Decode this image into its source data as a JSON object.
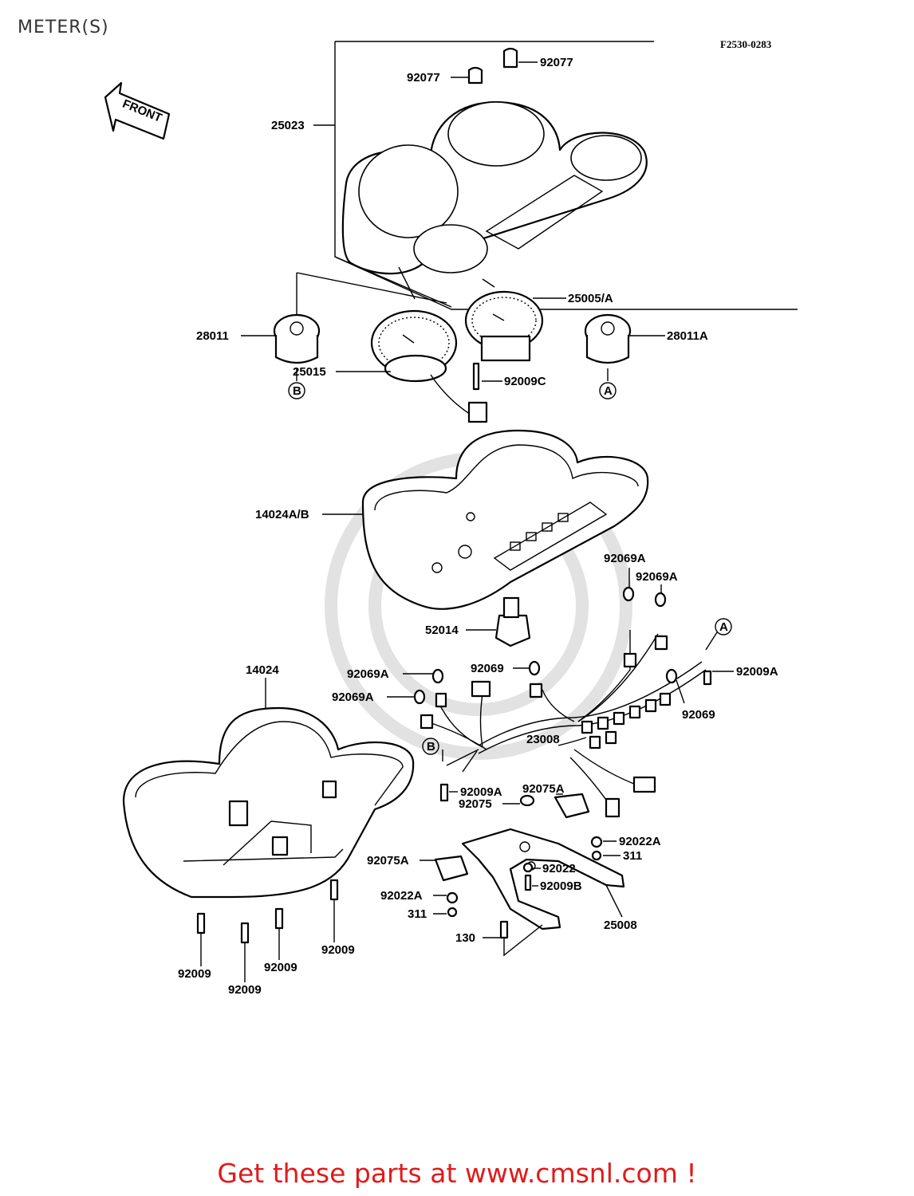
{
  "title": "METER(S)",
  "figure_code": "F2530-0283",
  "front_label": "FRONT",
  "footer": "Get these parts at www.cmsnl.com !",
  "callouts": [
    {
      "id": "92077_a",
      "text": "92077"
    },
    {
      "id": "92077_b",
      "text": "92077"
    },
    {
      "id": "25023",
      "text": "25023"
    },
    {
      "id": "25005A",
      "text": "25005/A"
    },
    {
      "id": "28011",
      "text": "28011"
    },
    {
      "id": "28011A",
      "text": "28011A"
    },
    {
      "id": "25015",
      "text": "25015"
    },
    {
      "id": "92009C",
      "text": "92009C"
    },
    {
      "id": "14024AB",
      "text": "14024A/B"
    },
    {
      "id": "92069A_a",
      "text": "92069A"
    },
    {
      "id": "92069A_b",
      "text": "92069A"
    },
    {
      "id": "52014",
      "text": "52014"
    },
    {
      "id": "14024",
      "text": "14024"
    },
    {
      "id": "92069A_c",
      "text": "92069A"
    },
    {
      "id": "92069_a",
      "text": "92069"
    },
    {
      "id": "92009A_a",
      "text": "92009A"
    },
    {
      "id": "92069A_d",
      "text": "92069A"
    },
    {
      "id": "92069_b",
      "text": "92069"
    },
    {
      "id": "23008",
      "text": "23008"
    },
    {
      "id": "92009A_b",
      "text": "92009A"
    },
    {
      "id": "92075A_a",
      "text": "92075A"
    },
    {
      "id": "92075",
      "text": "92075"
    },
    {
      "id": "92022A_a",
      "text": "92022A"
    },
    {
      "id": "311_a",
      "text": "311"
    },
    {
      "id": "92075A_b",
      "text": "92075A"
    },
    {
      "id": "92022",
      "text": "92022"
    },
    {
      "id": "92009B",
      "text": "92009B"
    },
    {
      "id": "92022A_b",
      "text": "92022A"
    },
    {
      "id": "311_b",
      "text": "311"
    },
    {
      "id": "25008",
      "text": "25008"
    },
    {
      "id": "130",
      "text": "130"
    },
    {
      "id": "92009_a",
      "text": "92009"
    },
    {
      "id": "92009_b",
      "text": "92009"
    },
    {
      "id": "92009_c",
      "text": "92009"
    },
    {
      "id": "92009_d",
      "text": "92009"
    }
  ],
  "markers": [
    {
      "id": "B_top",
      "text": "B"
    },
    {
      "id": "A_top",
      "text": "A"
    },
    {
      "id": "A_mid",
      "text": "A"
    },
    {
      "id": "B_mid",
      "text": "B"
    }
  ]
}
